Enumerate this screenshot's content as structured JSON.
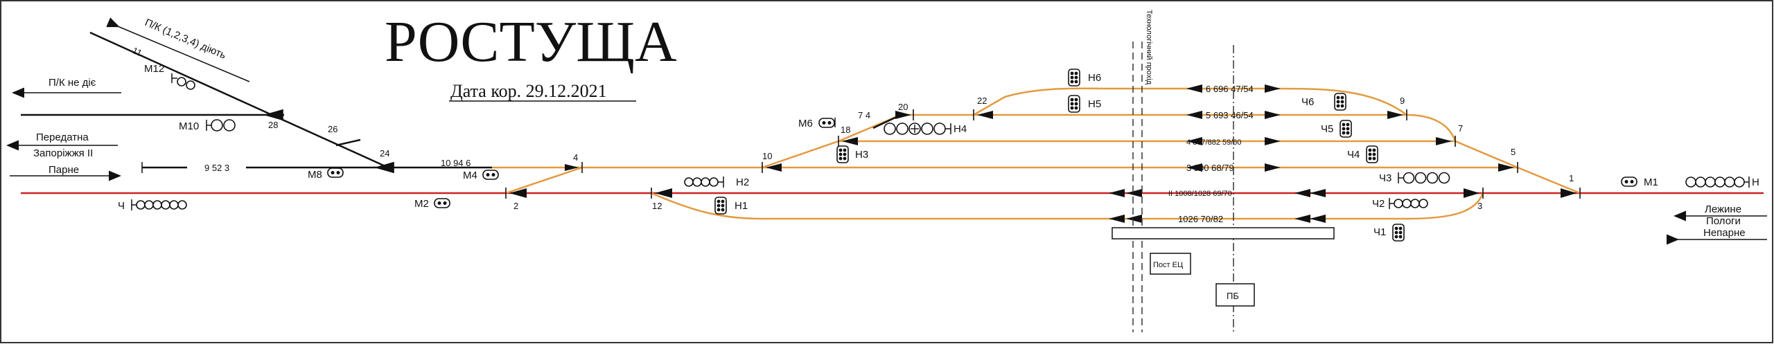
{
  "station": {
    "name": "РОСТУЩА",
    "date_label": "Дата кор. 29.12.2021"
  },
  "colors": {
    "main_track": "#cc2222",
    "station_track": "#e29a3f",
    "line": "#111111",
    "frame": "#333333"
  },
  "directions": {
    "pk_dial": "П/К (1,2,3,4) діють",
    "pk_ne_die": "П/К не діє",
    "peredatna": "Передатна",
    "zaporizhzhia": "Запоріжжя II",
    "parne": "Парне",
    "lezhyne": "Лежине",
    "pologi": "Пологи",
    "neparne": "Непарне"
  },
  "tracks": {
    "t6": "6 696 47/54",
    "t5": "5 693 46/54",
    "t4": "4 867/882 59/60",
    "t3": "3 990 68/79",
    "t2": "II 1008/1028 69/70",
    "t1": "1026 70/82",
    "t10": "10 94 6",
    "t9": "9 52 3",
    "t7": "7 4"
  },
  "switches": [
    "11",
    "28",
    "26",
    "24",
    "4",
    "2",
    "10",
    "12",
    "20",
    "18",
    "22",
    "9",
    "7",
    "5",
    "1",
    "3"
  ],
  "signals": {
    "M12": "М12",
    "M10": "М10",
    "M8": "М8",
    "M4": "М4",
    "M2": "М2",
    "M6": "М6",
    "M1": "М1",
    "H1": "Н1",
    "H2": "Н2",
    "H3": "Н3",
    "H4": "Н4",
    "H5": "Н5",
    "H6": "Н6",
    "H": "Н",
    "CH": "Ч",
    "CH1": "Ч1",
    "CH2": "Ч2",
    "CH3": "Ч3",
    "CH4": "Ч4",
    "CH5": "Ч5",
    "CH6": "Ч6"
  },
  "buildings": {
    "post": "Пост ЕЦ",
    "pb": "ПБ",
    "tech_passage": "Технологічний прохід"
  }
}
